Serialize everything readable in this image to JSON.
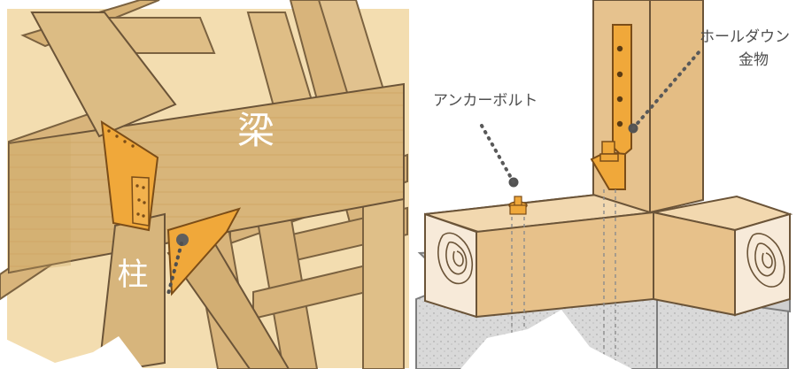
{
  "left_panel": {
    "beam_label": "梁",
    "column_label": "柱"
  },
  "right_panel": {
    "anchor_bolt_label": "アンカーボルト",
    "holddown_label_line1": "ホールダウン",
    "holddown_label_line2": "金物"
  },
  "colors": {
    "wood_main": "#d9b57a",
    "wood_dark": "#c49b58",
    "wood_light": "#efcf98",
    "metal_orange": "#f0a83a",
    "metal_dark": "#8b5a1f",
    "concrete": "#d8d8d8",
    "outline": "#6b5438"
  }
}
